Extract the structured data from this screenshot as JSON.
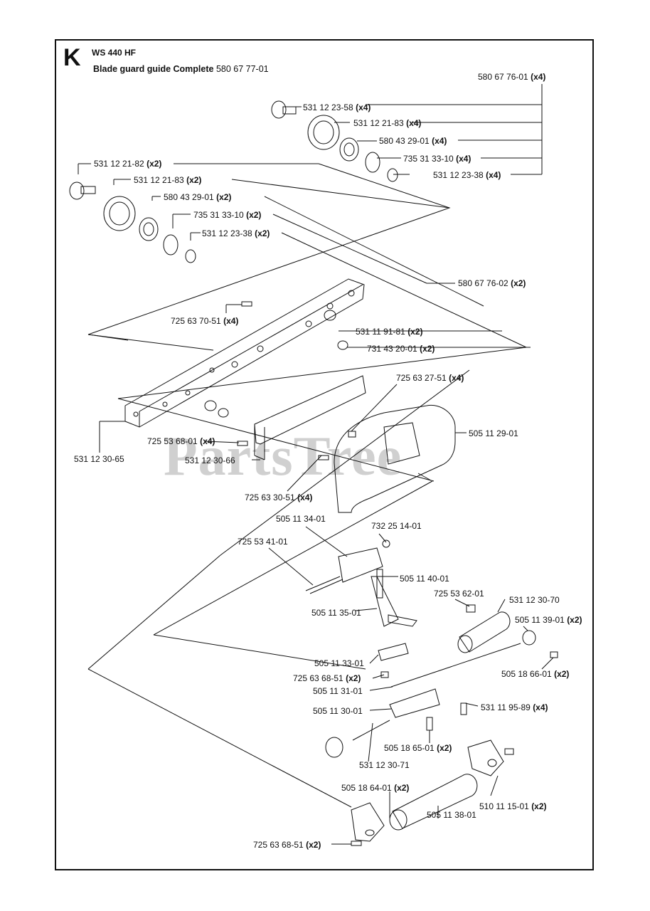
{
  "header": {
    "section_letter": "K",
    "model": "WS 440 HF",
    "assembly_name": "Blade guard guide Complete",
    "assembly_number": "580 67 77-01"
  },
  "watermark": "PartsTree",
  "labels": [
    {
      "id": "l1",
      "part": "580 67 76-01",
      "qty": "(x4)"
    },
    {
      "id": "l2",
      "part": "531 12 23-58",
      "qty": "(x4)"
    },
    {
      "id": "l3",
      "part": "531 12 21-83",
      "qty": "(x4)"
    },
    {
      "id": "l4",
      "part": "580 43 29-01",
      "qty": "(x4)"
    },
    {
      "id": "l5",
      "part": "735 31 33-10",
      "qty": "(x4)"
    },
    {
      "id": "l6",
      "part": "531 12 23-38",
      "qty": "(x4)"
    },
    {
      "id": "l7",
      "part": "531 12 21-82",
      "qty": "(x2)"
    },
    {
      "id": "l8",
      "part": "531 12 21-83",
      "qty": "(x2)"
    },
    {
      "id": "l9",
      "part": "580 43 29-01",
      "qty": "(x2)"
    },
    {
      "id": "l10",
      "part": "735 31 33-10",
      "qty": "(x2)"
    },
    {
      "id": "l11",
      "part": "531 12 23-38",
      "qty": "(x2)"
    },
    {
      "id": "l12",
      "part": "580 67 76-02",
      "qty": "(x2)"
    },
    {
      "id": "l13",
      "part": "725 63 70-51",
      "qty": "(x4)"
    },
    {
      "id": "l14",
      "part": "531 11 91-81",
      "qty": "(x2)"
    },
    {
      "id": "l15",
      "part": "731 43 20-01",
      "qty": "(x2)"
    },
    {
      "id": "l16",
      "part": "725 63 27-51",
      "qty": "(x4)"
    },
    {
      "id": "l17",
      "part": "505 11 29-01",
      "qty": ""
    },
    {
      "id": "l18",
      "part": "725 53 68-01",
      "qty": "(x4)"
    },
    {
      "id": "l19",
      "part": "531 12 30-65",
      "qty": ""
    },
    {
      "id": "l20",
      "part": "531 12 30-66",
      "qty": ""
    },
    {
      "id": "l21",
      "part": "725 63 30-51",
      "qty": "(x4)"
    },
    {
      "id": "l22",
      "part": "505 11 34-01",
      "qty": ""
    },
    {
      "id": "l23",
      "part": "732 25 14-01",
      "qty": ""
    },
    {
      "id": "l24",
      "part": "725 53 41-01",
      "qty": ""
    },
    {
      "id": "l25",
      "part": "505 11 40-01",
      "qty": ""
    },
    {
      "id": "l26",
      "part": "725 53 62-01",
      "qty": ""
    },
    {
      "id": "l27",
      "part": "531 12 30-70",
      "qty": ""
    },
    {
      "id": "l28",
      "part": "505 11 35-01",
      "qty": ""
    },
    {
      "id": "l29",
      "part": "505 11 39-01",
      "qty": "(x2)"
    },
    {
      "id": "l30",
      "part": "505 11 33-01",
      "qty": ""
    },
    {
      "id": "l31",
      "part": "725 63 68-51",
      "qty": "(x2)"
    },
    {
      "id": "l32",
      "part": "505 18 66-01",
      "qty": "(x2)"
    },
    {
      "id": "l33",
      "part": "505 11 31-01",
      "qty": ""
    },
    {
      "id": "l34",
      "part": "505 11 30-01",
      "qty": ""
    },
    {
      "id": "l35",
      "part": "531 11 95-89",
      "qty": "(x4)"
    },
    {
      "id": "l36",
      "part": "505 18 65-01",
      "qty": "(x2)"
    },
    {
      "id": "l37",
      "part": "531 12 30-71",
      "qty": ""
    },
    {
      "id": "l38",
      "part": "505 18 64-01",
      "qty": "(x2)"
    },
    {
      "id": "l39",
      "part": "510 11 15-01",
      "qty": "(x2)"
    },
    {
      "id": "l40",
      "part": "505 11 38-01",
      "qty": ""
    },
    {
      "id": "l41",
      "part": "725 63 68-51",
      "qty": "(x2)"
    }
  ]
}
